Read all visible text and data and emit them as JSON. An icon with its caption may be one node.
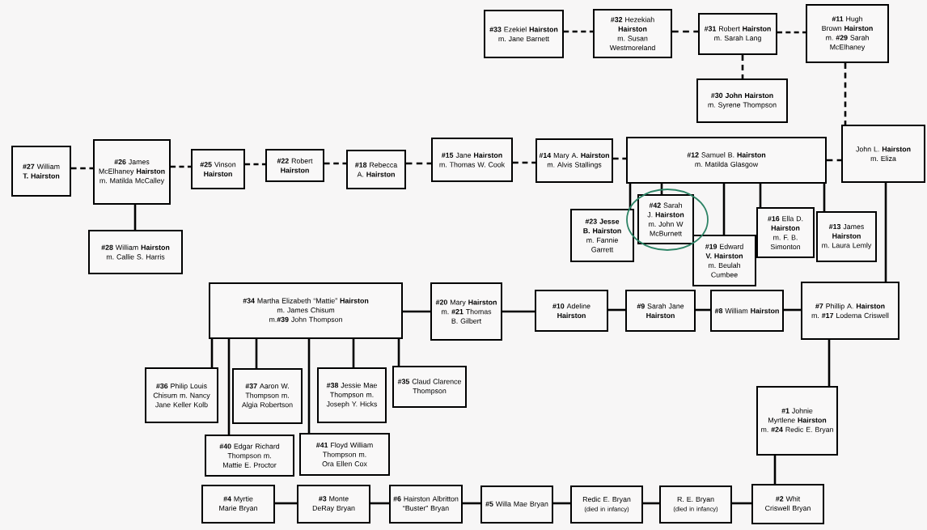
{
  "diagram": {
    "nodes": [
      {
        "text": [
          "**#33** Ezekiel **Hairston**",
          "m. Jane Barnett"
        ]
      },
      {
        "text": [
          "**#32** Hezekiah **Hairston**",
          "m. Susan Westmoreland"
        ]
      },
      {
        "text": [
          "**#31** Robert **Hairston**",
          "m. Sarah Lang"
        ]
      },
      {
        "text": [
          "**#11** Hugh Brown **Hairston**",
          "m. **#29** Sarah McElhaney"
        ]
      },
      {
        "text": [
          "**#30 John Hairston**",
          "m. Syrene Thompson"
        ]
      },
      {
        "text": [
          "**#27** William **T. Hairston**"
        ]
      },
      {
        "text": [
          "**#26** James McElhaney **Hairston**",
          "m. Matilda McCalley"
        ]
      },
      {
        "text": [
          "**#25** Vinson **Hairston**"
        ]
      },
      {
        "text": [
          "**#22** Robert **Hairston**"
        ]
      },
      {
        "text": [
          "**#18** Rebecca A. **Hairston**"
        ]
      },
      {
        "text": [
          "**#15** Jane **Hairston**",
          "m. Thomas W. Cook"
        ]
      },
      {
        "text": [
          "**#14** Mary A. **Hairston**",
          "m. Alvis Stallings"
        ]
      },
      {
        "text": [
          "**#12** Samuel B. **Hairston**",
          "m. Matilda Glasgow"
        ]
      },
      {
        "text": [
          "John L. **Hairston**",
          "m. Eliza"
        ]
      },
      {
        "text": [
          "**#28** William **Hairston**",
          "m. Callie S. Harris"
        ]
      },
      {
        "text": [
          "**#23 Jesse B. Hairston**",
          "m. Fannie Garrett"
        ]
      },
      {
        "text": [
          "**#42** Sarah J. **Hairston**",
          "m. John W McBurnett"
        ]
      },
      {
        "text": [
          "**#19** Edward **V. Hairston**",
          "m. Beulah Cumbee"
        ]
      },
      {
        "text": [
          "**#16** Ella D. **Hairston**",
          "m. F. B. Simonton"
        ]
      },
      {
        "text": [
          "**#13** James **Hairston**",
          "m. Laura Lemly"
        ]
      },
      {
        "text": [
          "**#34** Martha Elizabeth “Mattie” **Hairston**",
          "m. James Chisum",
          "m.**#39** John Thompson"
        ]
      },
      {
        "text": [
          "**#20** Mary **Hairston**",
          "m. **#21** Thomas B. Gilbert"
        ]
      },
      {
        "text": [
          "**#10** Adeline **Hairston**"
        ]
      },
      {
        "text": [
          "**#9** Sarah Jane **Hairston**"
        ]
      },
      {
        "text": [
          "**#8** William **Hairston**"
        ]
      },
      {
        "text": [
          "**#7** Phillip A. **Hairston**",
          "m. **#17** Lodema Criswell"
        ]
      },
      {
        "text": [
          "**#36** Philip Louis Chisum m. Nancy Jane Keller Kolb"
        ]
      },
      {
        "text": [
          "**#37** Aaron W. Thompson m. Algia Robertson"
        ]
      },
      {
        "text": [
          "**#38** Jessie Mae Thompson m. Joseph Y. Hicks"
        ]
      },
      {
        "text": [
          "**#35** Claud Clarence Thompson"
        ]
      },
      {
        "text": [
          "**#40** Edgar Richard Thompson m. Mattie E. Proctor"
        ]
      },
      {
        "text": [
          "**#41** Floyd William Thompson m. Ora Ellen Cox"
        ]
      },
      {
        "text": [
          "**#1** Johnie Myrtlene **Hairston**",
          "m. **#24** Redic E. Bryan"
        ]
      },
      {
        "text": [
          "**#4** Myrtie Marie Bryan"
        ]
      },
      {
        "text": [
          "**#3** Monte DeRay Bryan"
        ]
      },
      {
        "text": [
          "**#6** Hairston Albritton “Buster” Bryan"
        ]
      },
      {
        "text": [
          "**#5** Willa Mae Bryan"
        ]
      },
      {
        "text": [
          "Redic E. Bryan",
          "(died in infancy)"
        ]
      },
      {
        "text": [
          "R. E. Bryan",
          "(died in infancy)"
        ]
      },
      {
        "text": [
          "**#2** Whit Criswell Bryan"
        ]
      }
    ],
    "edges": [
      {
        "from": 0,
        "to": 1,
        "arrow": "none",
        "style": "dashed"
      },
      {
        "from": 1,
        "to": 2,
        "arrow": "none",
        "style": "dashed"
      },
      {
        "from": 2,
        "to": 3,
        "arrow": "none",
        "style": "dashed"
      },
      {
        "from": 2,
        "to": 4,
        "arrow": "none",
        "style": "dashed"
      },
      {
        "from": 3,
        "to": 13,
        "arrow": "none",
        "style": "dashed"
      },
      {
        "from": 5,
        "to": 6,
        "arrow": "none",
        "style": "dashed"
      },
      {
        "from": 6,
        "to": 7,
        "arrow": "none",
        "style": "dashed"
      },
      {
        "from": 7,
        "to": 8,
        "arrow": "none",
        "style": "dashed"
      },
      {
        "from": 8,
        "to": 9,
        "arrow": "none",
        "style": "dashed"
      },
      {
        "from": 9,
        "to": 10,
        "arrow": "none",
        "style": "dashed"
      },
      {
        "from": 10,
        "to": 11,
        "arrow": "none",
        "style": "dashed"
      },
      {
        "from": 11,
        "to": 12,
        "arrow": "none",
        "style": "dashed"
      },
      {
        "from": 12,
        "to": 13,
        "arrow": "none",
        "style": "dashed"
      },
      {
        "from": 6,
        "to": 14,
        "arrow": "none"
      },
      {
        "from": 12,
        "to": 15,
        "arrow": "none"
      },
      {
        "from": 12,
        "to": 16,
        "arrow": "none"
      },
      {
        "from": 12,
        "to": 17,
        "arrow": "none"
      },
      {
        "from": 12,
        "to": 18,
        "arrow": "none"
      },
      {
        "from": 12,
        "to": 19,
        "arrow": "none"
      },
      {
        "from": 13,
        "to": 25,
        "arrow": "none"
      },
      {
        "from": 20,
        "to": 21,
        "arrow": "none"
      },
      {
        "from": 21,
        "to": 22,
        "arrow": "none"
      },
      {
        "from": 22,
        "to": 23,
        "arrow": "none"
      },
      {
        "from": 23,
        "to": 24,
        "arrow": "none"
      },
      {
        "from": 24,
        "to": 25,
        "arrow": "none"
      },
      {
        "from": 20,
        "to": 26,
        "arrow": "none"
      },
      {
        "from": 20,
        "to": 30,
        "arrow": "none"
      },
      {
        "from": 20,
        "to": 27,
        "arrow": "none"
      },
      {
        "from": 20,
        "to": 31,
        "arrow": "none"
      },
      {
        "from": 20,
        "to": 28,
        "arrow": "none"
      },
      {
        "from": 20,
        "to": 29,
        "arrow": "none"
      },
      {
        "from": 25,
        "to": 32,
        "arrow": "none"
      },
      {
        "from": 32,
        "to": 39,
        "arrow": "none"
      },
      {
        "from": 33,
        "to": 34,
        "arrow": "none"
      },
      {
        "from": 34,
        "to": 35,
        "arrow": "none"
      },
      {
        "from": 35,
        "to": 36,
        "arrow": "none"
      },
      {
        "from": 36,
        "to": 37,
        "arrow": "none"
      },
      {
        "from": 37,
        "to": 38,
        "arrow": "none"
      },
      {
        "from": 38,
        "to": 39,
        "arrow": "none"
      }
    ]
  }
}
